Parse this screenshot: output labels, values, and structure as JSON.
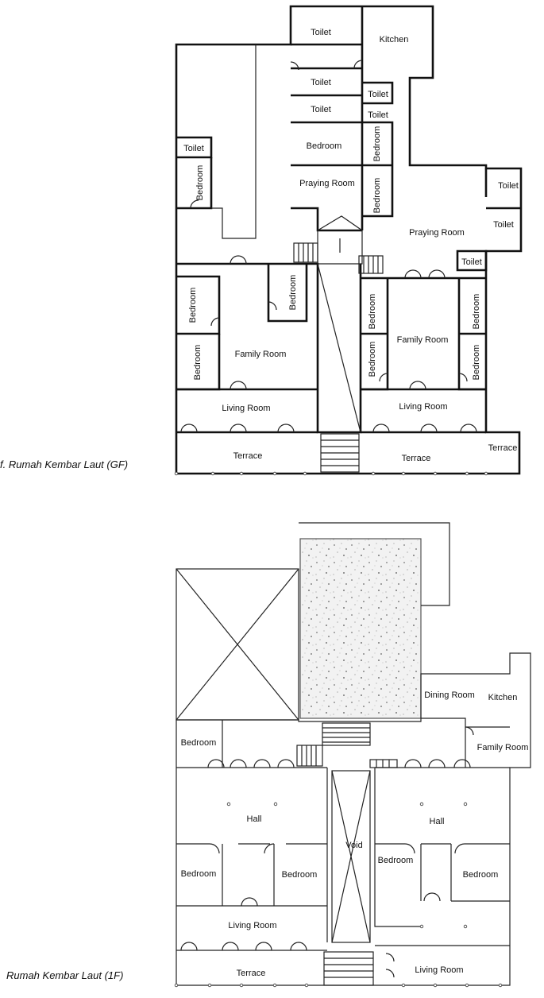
{
  "gf": {
    "caption": "f. Rumah Kembar Laut (GF)",
    "rooms": {
      "toilet_top": "Toilet",
      "kitchen": "Kitchen",
      "toilet_2": "Toilet",
      "toilet_3": "Toilet",
      "toilet_4": "Toilet",
      "toilet_5": "Toilet",
      "bedroom_mid": "Bedroom",
      "bedroom_vert_r1": "Bedroom",
      "praying_small": "Praying Room",
      "bedroom_vert_r2": "Bedroom",
      "toilet_left": "Toilet",
      "bedroom_left_top": "Bedroom",
      "toilet_right1": "Toilet",
      "toilet_right2": "Toilet",
      "praying_large": "Praying Room",
      "toilet_right3": "Toilet",
      "bedroom_l1": "Bedroom",
      "bedroom_l2": "Bedroom",
      "bedroom_center": "Bedroom",
      "family_left": "Family Room",
      "bedroom_r1": "Bedroom",
      "bedroom_r2": "Bedroom",
      "bedroom_r3": "Bedroom",
      "bedroom_r4": "Bedroom",
      "family_right": "Family Room",
      "living_left": "Living Room",
      "living_right": "Living Room",
      "terrace_left": "Terrace",
      "terrace_right": "Terrace",
      "terrace_small": "Terrace"
    }
  },
  "ff": {
    "caption": "Rumah Kembar Laut (1F)",
    "rooms": {
      "dining": "Dining Room",
      "kitchen": "Kitchen",
      "family": "Family Room",
      "bedroom_top_left": "Bedroom",
      "hall_left": "Hall",
      "hall_right": "Hall",
      "bedroom_l1": "Bedroom",
      "bedroom_l2": "Bedroom",
      "void": "Void",
      "bedroom_r1": "Bedroom",
      "bedroom_r2": "Bedroom",
      "living_left": "Living Room",
      "terrace": "Terrace",
      "living_right": "Living Room"
    }
  },
  "colors": {
    "wall": "#111111",
    "courtyard": "#eeeeee"
  }
}
